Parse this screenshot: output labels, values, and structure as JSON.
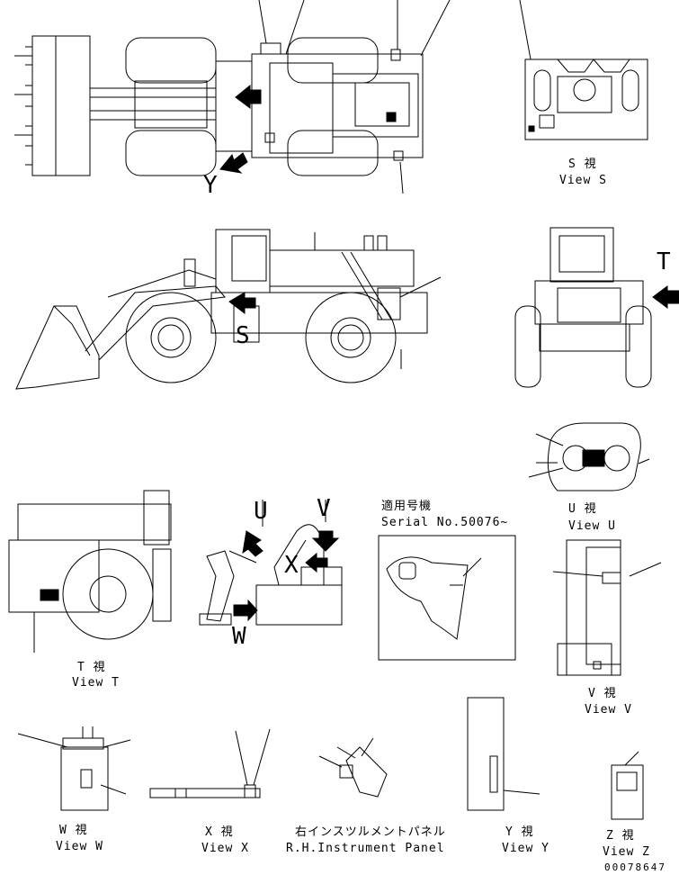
{
  "diagram": {
    "letters": {
      "y": "Y",
      "s": "S",
      "t": "T",
      "u": "U",
      "v": "V",
      "w": "W",
      "x": "X"
    },
    "views": {
      "s": {
        "jp": "S 視",
        "en": "View S"
      },
      "u": {
        "jp": "U 視",
        "en": "View U"
      },
      "t": {
        "jp": "T 視",
        "en": "View T"
      },
      "v": {
        "jp": "V 視",
        "en": "View V"
      },
      "w": {
        "jp": "W 視",
        "en": "View W"
      },
      "x": {
        "jp": "X 視",
        "en": "View X"
      },
      "rh": {
        "jp": "右インスツルメントパネル",
        "en": "R.H.Instrument Panel"
      },
      "y": {
        "jp": "Y 視",
        "en": "View Y"
      },
      "z": {
        "jp": "Z 視",
        "en": "View Z"
      }
    },
    "serial": {
      "jp": "適用号機",
      "en": "Serial No.50076~"
    },
    "drawing_number": "00078647"
  }
}
